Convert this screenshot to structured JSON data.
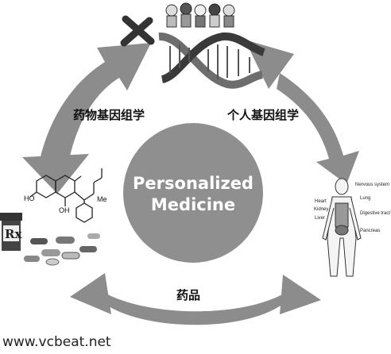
{
  "diagram": {
    "center": {
      "line1": "Personalized",
      "line2": "Medicine"
    },
    "labels": {
      "pharmacogenomics": "药物基因组学",
      "personal_genomics": "个人基因组学",
      "drugs": "药品"
    },
    "anatomy": {
      "nervous_system": "Nervous system",
      "lung": "Lung",
      "heart": "Heart",
      "kidney": "Kidney",
      "digestive_tract": "Digestive tract",
      "liver": "Liver",
      "pancreas": "Pancreas"
    },
    "chemistry": {
      "ho": "HO",
      "oh": "OH",
      "me": "Me"
    },
    "rx": "Rx",
    "watermark": "www.vcbeat.net"
  }
}
